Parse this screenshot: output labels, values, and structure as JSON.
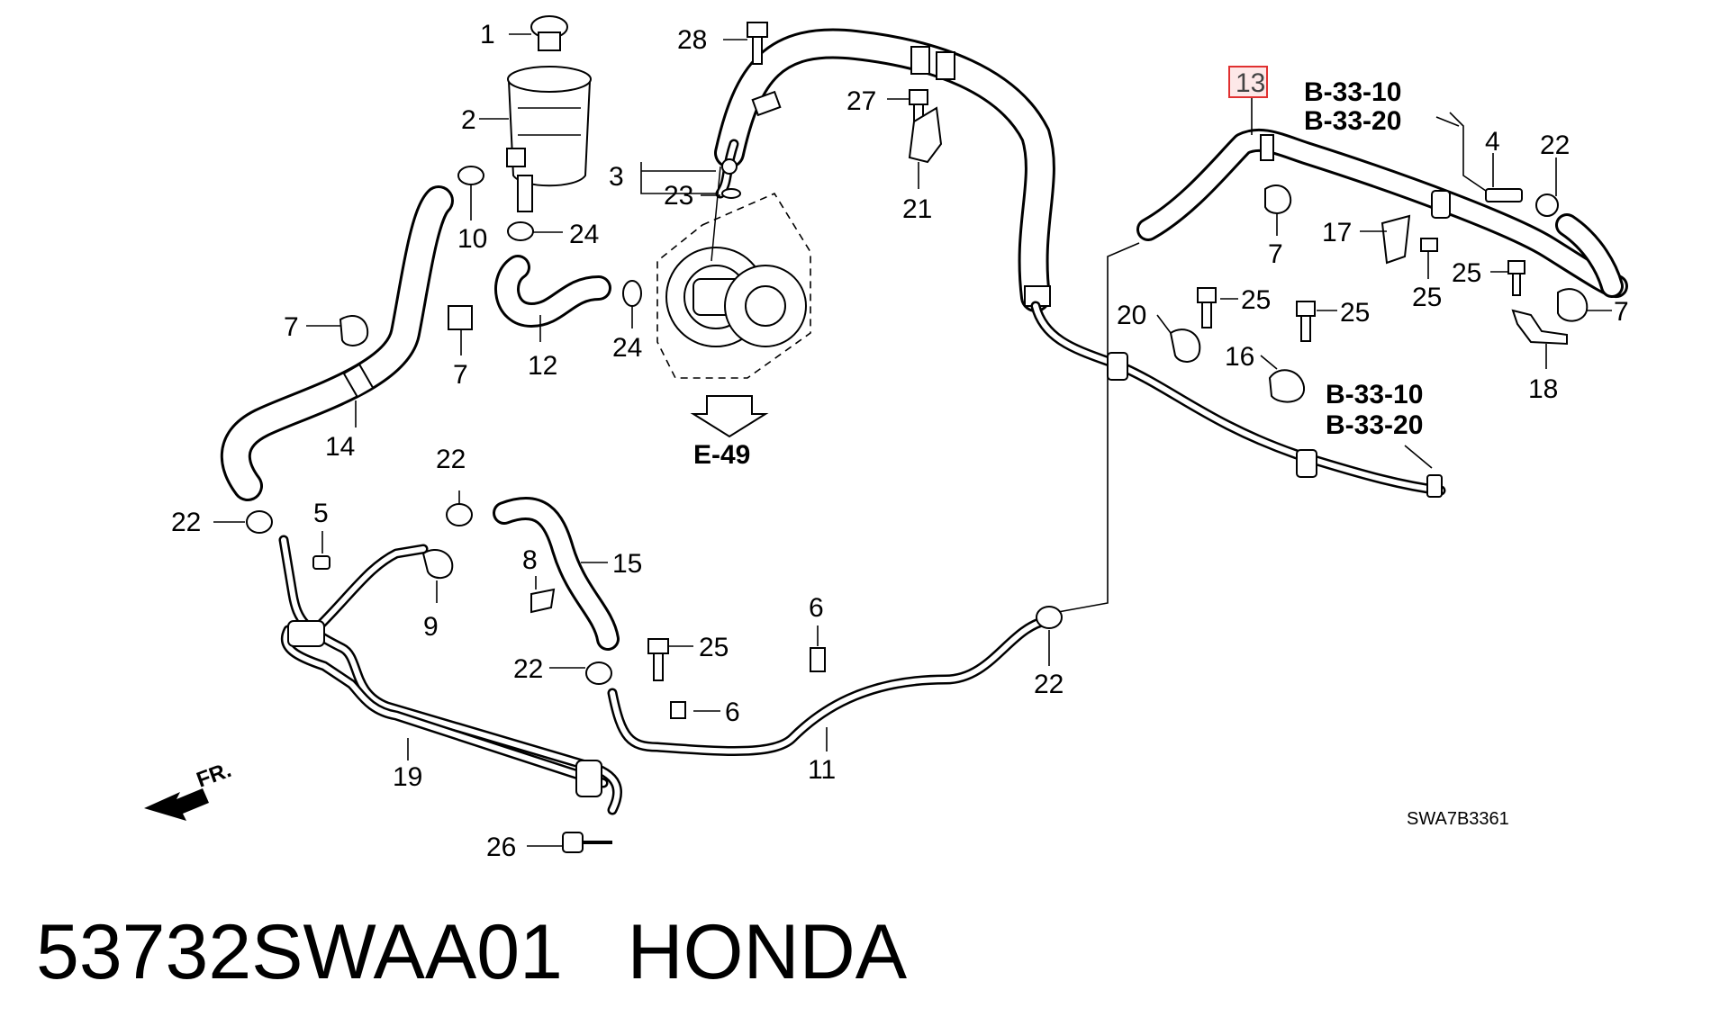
{
  "caption": "53732SWAA01   HONDA",
  "diagram_code": "SWA7B3361",
  "front_arrow_label": "FR.",
  "highlight_color": "#e03030",
  "highlighted_part": "13",
  "refs": {
    "e49": "E-49",
    "b3310_top": "B-33-10",
    "b3320_top": "B-33-20",
    "b3310_mid": "B-33-10",
    "b3320_mid": "B-33-20"
  },
  "labels": {
    "p1": "1",
    "p2": "2",
    "p3": "3",
    "p23a": "23",
    "p28": "28",
    "p10": "10",
    "p24a": "24",
    "p24b": "24",
    "p12": "12",
    "p7a": "7",
    "p14": "14",
    "p7b": "7",
    "p27": "27",
    "p21": "21",
    "p13": "13",
    "p4": "4",
    "p22a": "22",
    "p7c": "7",
    "p17": "17",
    "p25a": "25",
    "p25b": "25",
    "p7d": "7",
    "p18": "18",
    "p20": "20",
    "p25c": "25",
    "p25d": "25",
    "p16": "16",
    "p22b": "22",
    "p5": "5",
    "p22c": "22",
    "p9": "9",
    "p8": "8",
    "p15": "15",
    "p25e": "25",
    "p22d": "22",
    "p6a": "6",
    "p6b": "6",
    "p11": "11",
    "p22e": "22",
    "p19": "19",
    "p26": "26"
  }
}
